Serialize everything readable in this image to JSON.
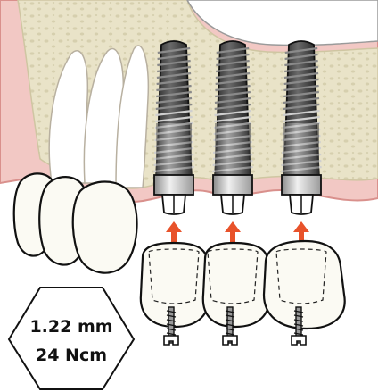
{
  "spec": {
    "line1": "1.22 mm",
    "line2": "24 Ncm"
  },
  "colors": {
    "gum": "#f2c8c4",
    "gum_edge": "#d9908c",
    "bone": "#e9e3c8",
    "bone_dots": "#d6cfae",
    "arrow": "#e8522a",
    "metal_light": "#b9b9b9",
    "metal_dark": "#3a3a3a",
    "crown_fill": "#fbfaf3"
  },
  "implants": [
    {
      "label": "implant-1"
    },
    {
      "label": "implant-2"
    },
    {
      "label": "implant-3"
    }
  ],
  "icons": {
    "arrow": "arrow-up-icon",
    "screw": "screw-icon",
    "hexagon": "hexagon-badge"
  }
}
